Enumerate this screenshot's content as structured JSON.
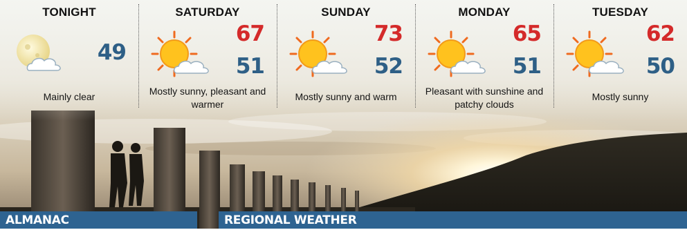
{
  "forecast": [
    {
      "day": "TONIGHT",
      "high": "",
      "low": "49",
      "icon": "moon-cloud-icon",
      "description": "Mainly clear"
    },
    {
      "day": "SATURDAY",
      "high": "67",
      "low": "51",
      "icon": "sun-cloud-icon",
      "description": "Mostly sunny, pleasant and warmer"
    },
    {
      "day": "SUNDAY",
      "high": "73",
      "low": "52",
      "icon": "sun-cloud-icon",
      "description": "Mostly sunny and warm"
    },
    {
      "day": "MONDAY",
      "high": "65",
      "low": "51",
      "icon": "sun-cloud-icon",
      "description": "Pleasant with sunshine and patchy clouds"
    },
    {
      "day": "TUESDAY",
      "high": "62",
      "low": "50",
      "icon": "sun-cloud-icon",
      "description": "Mostly sunny"
    }
  ],
  "sections": {
    "almanac": "ALMANAC",
    "regional": "REGIONAL WEATHER"
  },
  "colors": {
    "high_temp": "#d42a2a",
    "low_temp": "#2e5f86",
    "section_bar": "#2e6391"
  }
}
